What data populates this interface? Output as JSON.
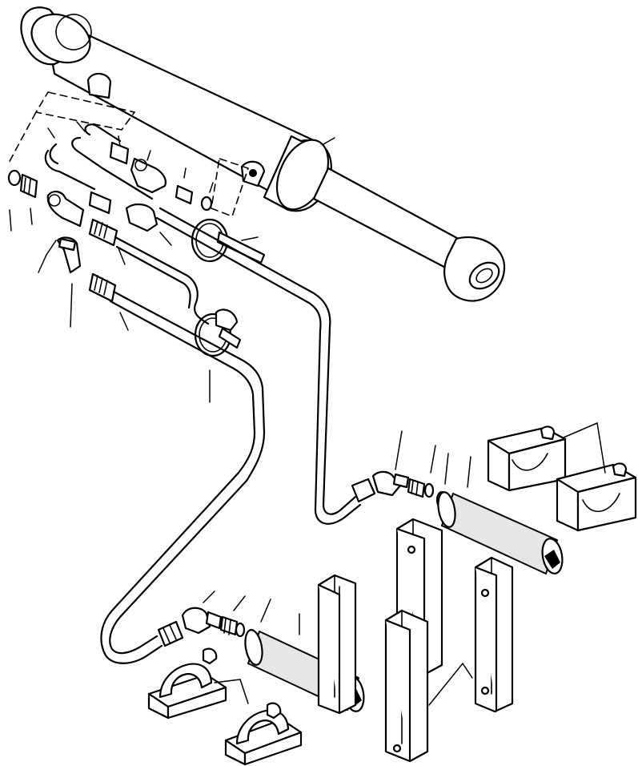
{
  "diagram": {
    "kind": "exploded-parts-drawing",
    "parts": [
      {
        "id": "hydraulic-cylinder",
        "icon": "cylinder-icon"
      },
      {
        "id": "dashed-callout-box-left",
        "icon": "dashed-box-icon"
      },
      {
        "id": "dashed-callout-box-right",
        "icon": "dashed-box-icon"
      },
      {
        "id": "fitting-cluster-upper",
        "icon": "fitting-icon"
      },
      {
        "id": "retaining-ring-upper",
        "icon": "ring-icon"
      },
      {
        "id": "retaining-ring-lower",
        "icon": "ring-icon"
      },
      {
        "id": "hydraulic-line-upper",
        "icon": "pipe-icon"
      },
      {
        "id": "hydraulic-line-lower",
        "icon": "pipe-icon"
      },
      {
        "id": "fitting-cluster-right",
        "icon": "fitting-icon"
      },
      {
        "id": "fitting-cluster-bottom",
        "icon": "fitting-icon"
      },
      {
        "id": "sleeve-tube-right",
        "icon": "tube-icon"
      },
      {
        "id": "sleeve-tube-bottom",
        "icon": "tube-icon"
      },
      {
        "id": "clamp-pair-right",
        "icon": "clamp-icon"
      },
      {
        "id": "clamp-pair-bottom",
        "icon": "clamp-icon"
      },
      {
        "id": "channel-bracket-group",
        "icon": "channel-bracket-icon"
      }
    ],
    "colors": {
      "ink": "#000000",
      "paper": "#ffffff",
      "shade": "#e6e6e6"
    }
  }
}
